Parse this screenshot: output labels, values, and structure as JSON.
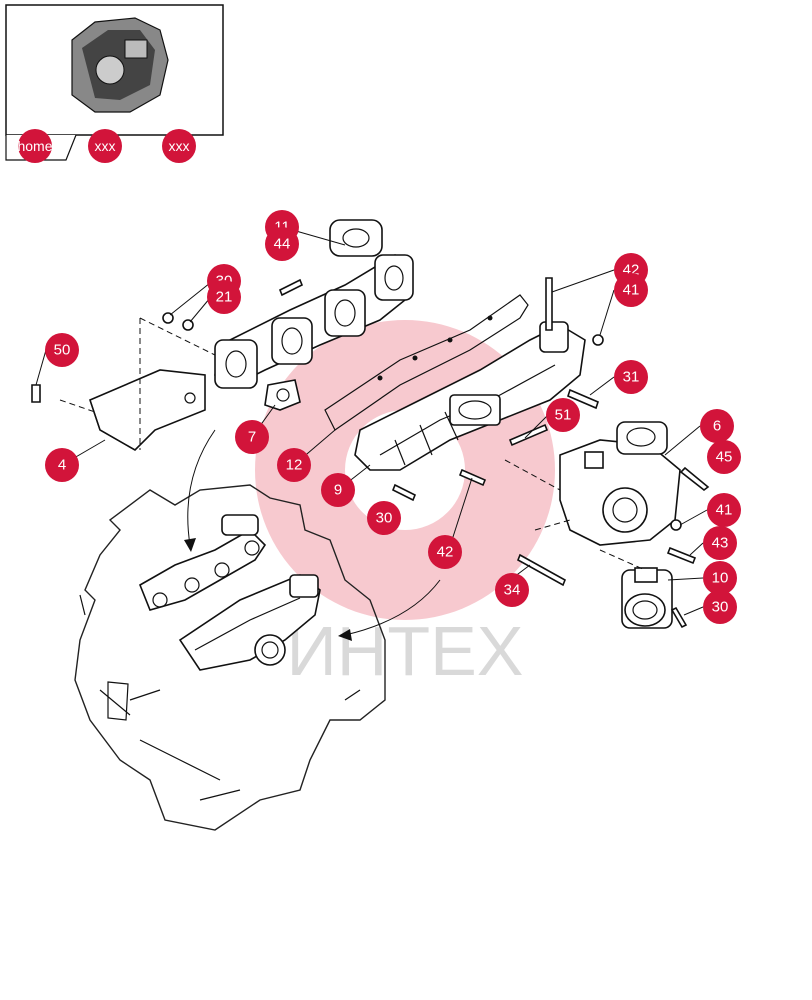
{
  "accent_color": "#d2143a",
  "watermark_color": "#f7c9cf",
  "watermark": {
    "text": "ИНТЕХ"
  },
  "nav": {
    "home": "home",
    "prev": "xxx",
    "next": "xxx"
  },
  "callouts": [
    {
      "id": "c-11",
      "label": "11"
    },
    {
      "id": "c-44",
      "label": "44"
    },
    {
      "id": "c-30a",
      "label": "30"
    },
    {
      "id": "c-21",
      "label": "21"
    },
    {
      "id": "c-50",
      "label": "50"
    },
    {
      "id": "c-4",
      "label": "4"
    },
    {
      "id": "c-7",
      "label": "7"
    },
    {
      "id": "c-12",
      "label": "12"
    },
    {
      "id": "c-9",
      "label": "9"
    },
    {
      "id": "c-30b",
      "label": "30"
    },
    {
      "id": "c-42a",
      "label": "42"
    },
    {
      "id": "c-41a",
      "label": "41"
    },
    {
      "id": "c-31",
      "label": "31"
    },
    {
      "id": "c-51",
      "label": "51"
    },
    {
      "id": "c-6",
      "label": "6"
    },
    {
      "id": "c-45",
      "label": "45"
    },
    {
      "id": "c-41b",
      "label": "41"
    },
    {
      "id": "c-43",
      "label": "43"
    },
    {
      "id": "c-10",
      "label": "10"
    },
    {
      "id": "c-30c",
      "label": "30"
    },
    {
      "id": "c-42b",
      "label": "42"
    },
    {
      "id": "c-34",
      "label": "34"
    }
  ]
}
